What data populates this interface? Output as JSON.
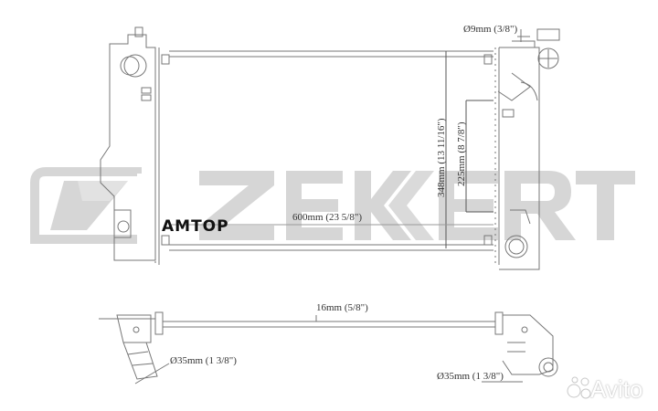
{
  "watermark": {
    "brand": "ZEKKERT",
    "color": "#d6d6d6"
  },
  "overlay_logo": {
    "text": "AMTOP"
  },
  "dimensions": {
    "pipe_top": "Ø9mm (3/8\")",
    "height_total": "348mm (13 11/16\")",
    "height_core": "225mm (8 7/8\")",
    "width_core": "600mm (23 5/8\")",
    "core_thickness": "16mm (5/8\")",
    "inlet_left": "Ø35mm (1 3/8\")",
    "outlet_right": "Ø35mm (1 3/8\")"
  },
  "corner_watermark": {
    "text": "Avito"
  },
  "colors": {
    "line": "#666666",
    "watermark": "#d6d6d6",
    "text": "#333333"
  }
}
